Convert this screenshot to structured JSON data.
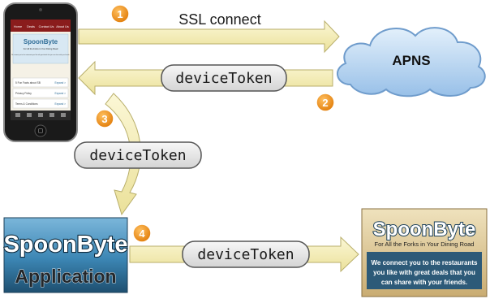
{
  "steps": [
    {
      "number": "1",
      "label": "SSL connect"
    },
    {
      "number": "2",
      "label": "deviceToken"
    },
    {
      "number": "3",
      "label": "deviceToken"
    },
    {
      "number": "4",
      "label": "deviceToken"
    }
  ],
  "cloud": {
    "label": "APNS"
  },
  "app_box": {
    "logo": "SpoonByte",
    "subtitle": "Application"
  },
  "server_card": {
    "logo": "SpoonByte",
    "tagline": "For All the Forks in Your Dining Road",
    "description_lines": [
      "We connect you to the restaurants",
      "you like with great deals that you",
      "can share with your friends."
    ]
  },
  "phone": {
    "nav_tabs": [
      "Home",
      "Deals",
      "Contact Us",
      "About Us"
    ],
    "logo": "SpoonByte",
    "tagline": "For All the Forks in Your Dining Road",
    "description": "We connect you to the restaurants you like with great deals that you can share with your friends.",
    "list_items": [
      {
        "label": "5 Fun Facts about SB",
        "action": "Expand >"
      },
      {
        "label": "Privacy Policy",
        "action": "Expand >"
      },
      {
        "label": "Terms & Conditions",
        "action": "Expand >"
      }
    ]
  },
  "colors": {
    "arrow_fill": "#f4eeb4",
    "arrow_stroke": "#b8ae6a",
    "badge": "#f08a10",
    "cloud_fill": "#bcd8f2",
    "cloud_stroke": "#6f9ccc",
    "pill_fill": "#e6e6e6",
    "app_box_fill": "#3c86b4",
    "server_card_bg": "#dcc79a",
    "server_card_band": "#2d5a78"
  }
}
